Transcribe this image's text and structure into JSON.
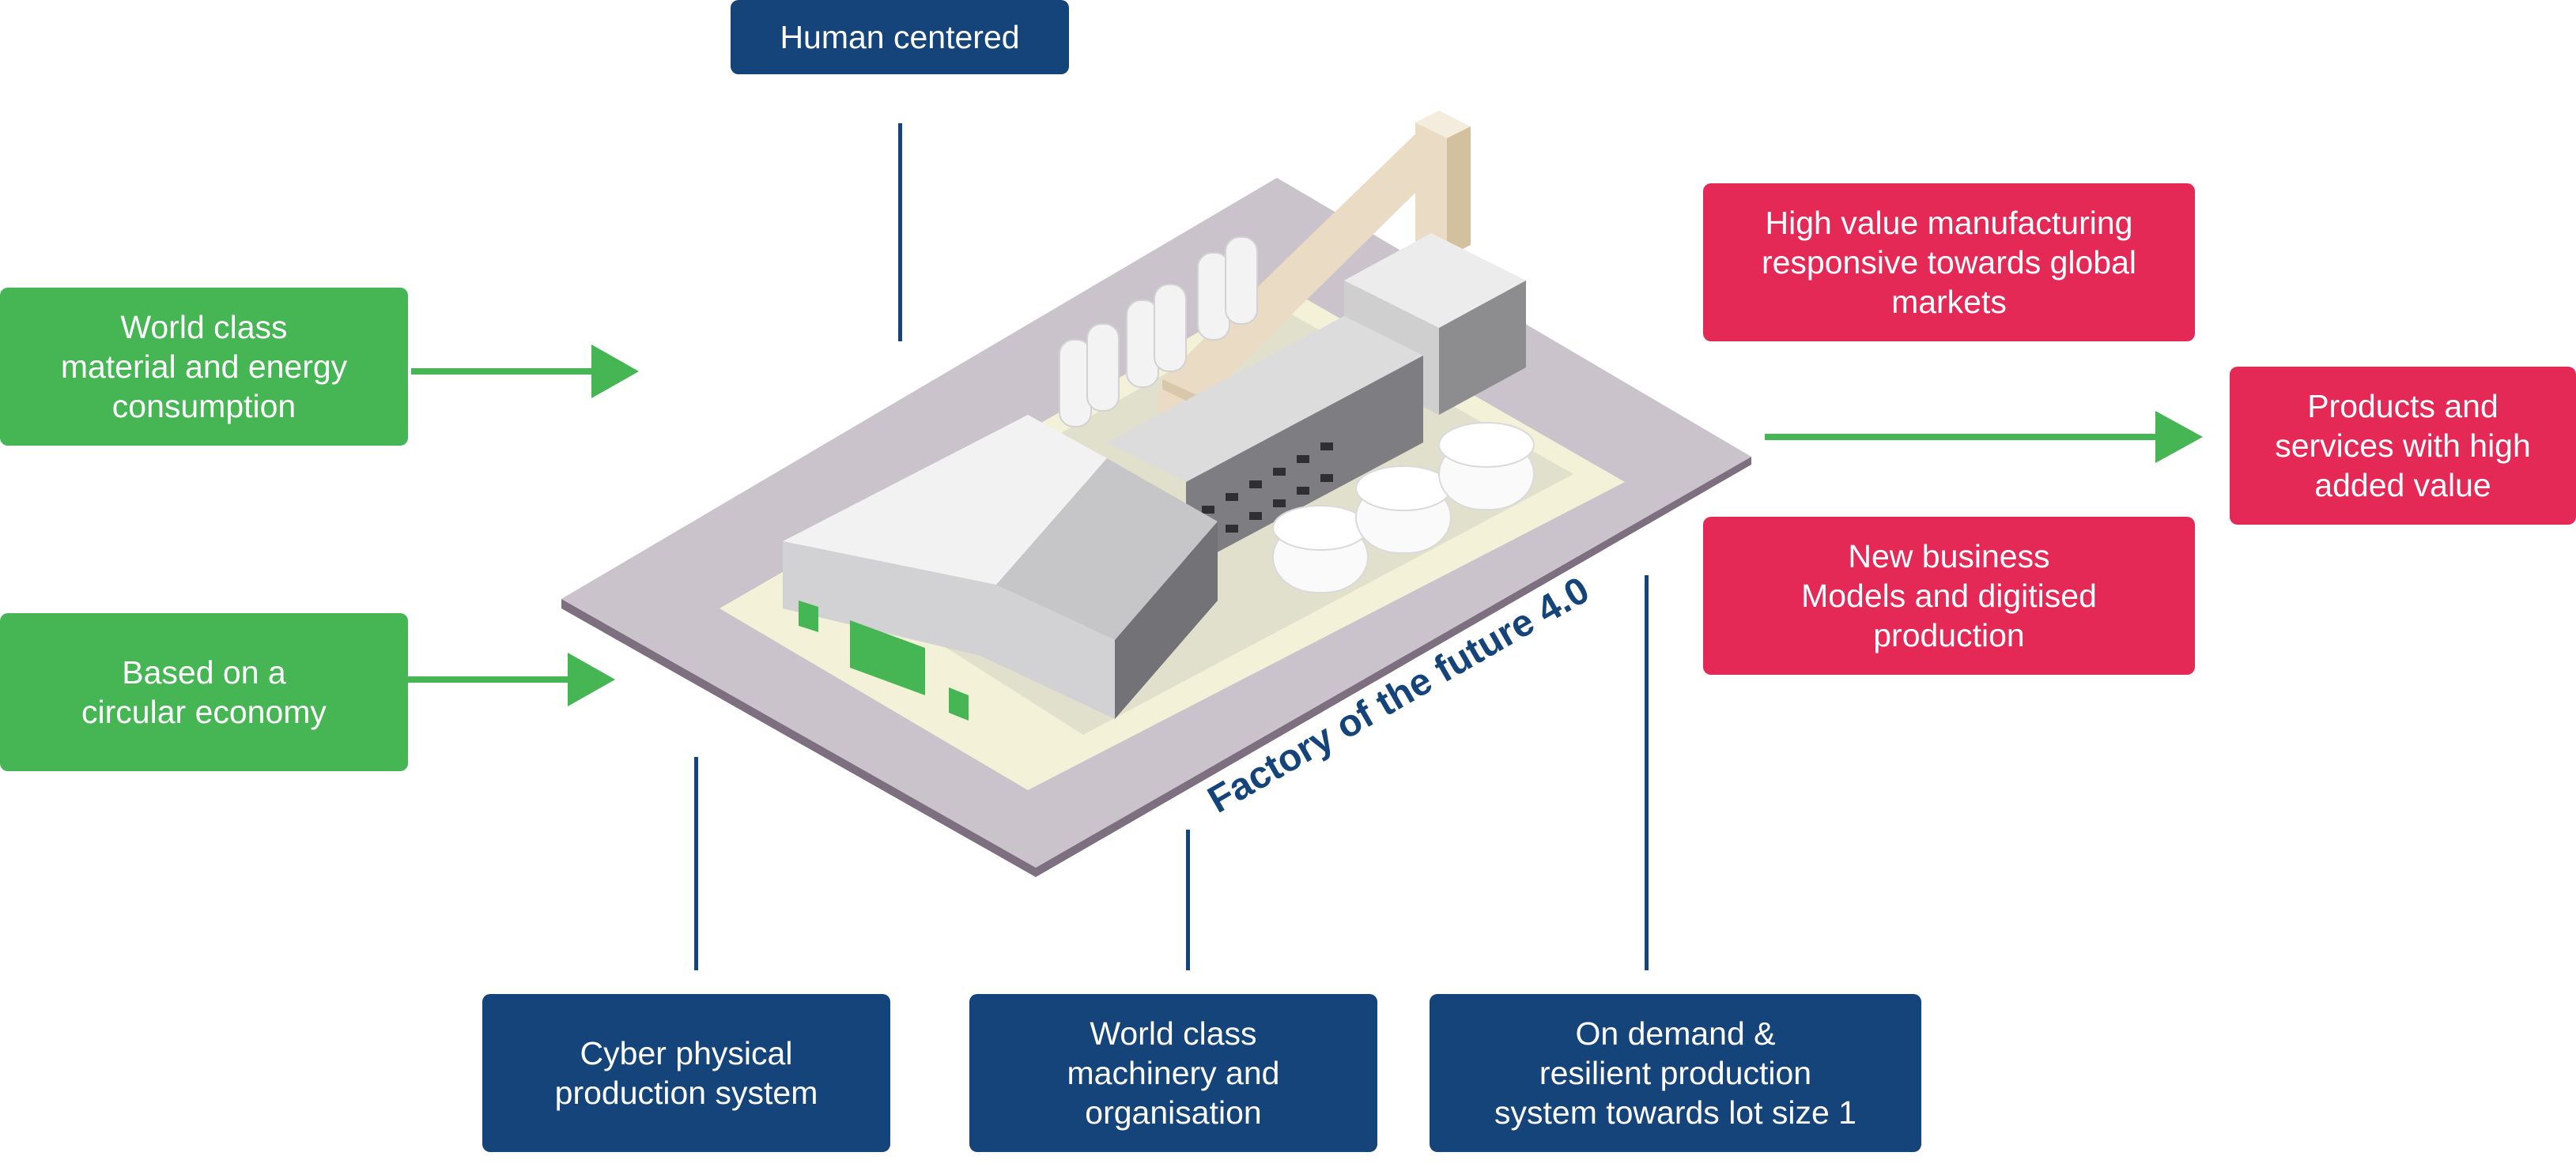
{
  "diagram": {
    "caption": "Factory of the future 4.0",
    "top": {
      "label": "Human centered"
    },
    "left": [
      {
        "label": "World class\nmaterial and energy\nconsumption"
      },
      {
        "label": "Based on a\ncircular economy"
      }
    ],
    "right_inputs": [
      {
        "label": "High value manufacturing\nresponsive towards global\nmarkets"
      },
      {
        "label": "New business\nModels and digitised\nproduction"
      }
    ],
    "right_output": {
      "label": "Products and\nservices with high\nadded value"
    },
    "bottom": [
      {
        "label": "Cyber physical\nproduction system"
      },
      {
        "label": "World class\nmachinery and\norganisation"
      },
      {
        "label": "On demand &\nresilient production\nsystem towards lot size 1"
      }
    ]
  },
  "colors": {
    "blue": "#15447a",
    "green": "#45b653",
    "red": "#e42956"
  }
}
